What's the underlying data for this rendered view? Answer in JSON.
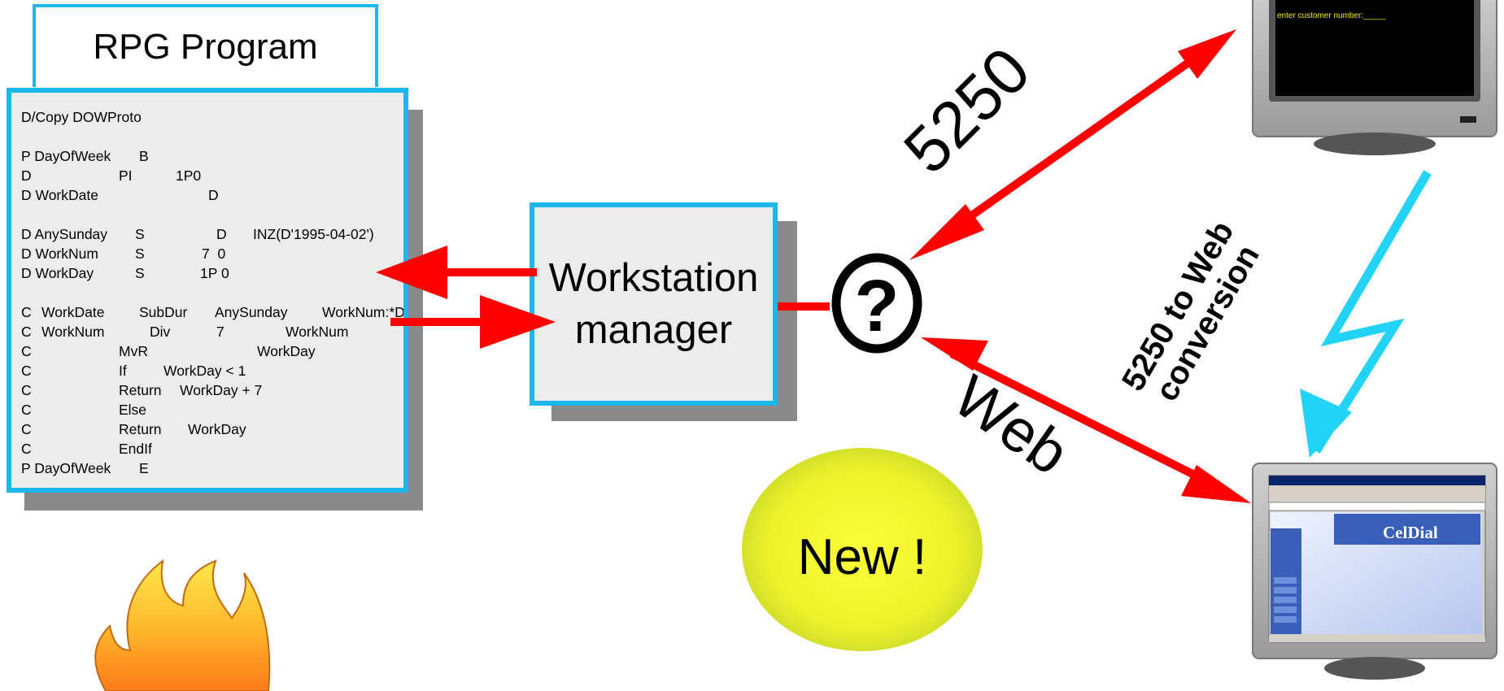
{
  "rpg": {
    "title": "RPG Program",
    "code": [
      [
        "D/Copy DOWProto"
      ],
      [],
      [
        "P DayOfWeek",
        "B"
      ],
      [
        "D",
        "PI",
        "1P0"
      ],
      [
        "D WorkDate",
        "D"
      ],
      [],
      [
        "D AnySunday",
        "S",
        "D",
        "INZ(D'1995-04-02')"
      ],
      [
        "D WorkNum",
        "S",
        "7  0"
      ],
      [
        "D WorkDay",
        "S",
        "1P 0"
      ],
      [],
      [
        "C",
        "WorkDate",
        "SubDur",
        "AnySunday",
        "WorkNum:*D"
      ],
      [
        "C",
        "WorkNum",
        "Div",
        "7",
        "WorkNum"
      ],
      [
        "C",
        "MvR",
        "WorkDay"
      ],
      [
        "C",
        "If",
        "WorkDay < 1"
      ],
      [
        "C",
        "Return",
        "WorkDay + 7"
      ],
      [
        "C",
        "Else"
      ],
      [
        "C",
        "Return",
        "WorkDay"
      ],
      [
        "C",
        "EndIf"
      ],
      [
        "P DayOfWeek",
        "E"
      ]
    ]
  },
  "workstation": {
    "line1": "Workstation",
    "line2": "manager"
  },
  "question_mark": "?",
  "labels": {
    "protocol_5250": "5250",
    "web": "Web",
    "conversion_line1": "5250 to Web",
    "conversion_line2": "conversion",
    "new": "New !"
  },
  "terminal": {
    "prompt": "enter customer number:_____"
  },
  "browser": {
    "site_title": "CelDial"
  },
  "colors": {
    "accent_blue": "#1ab8ea",
    "arrow_red": "#ff0000",
    "bolt_cyan": "#22d3f5",
    "bubble_yellow": "#eef22a"
  }
}
